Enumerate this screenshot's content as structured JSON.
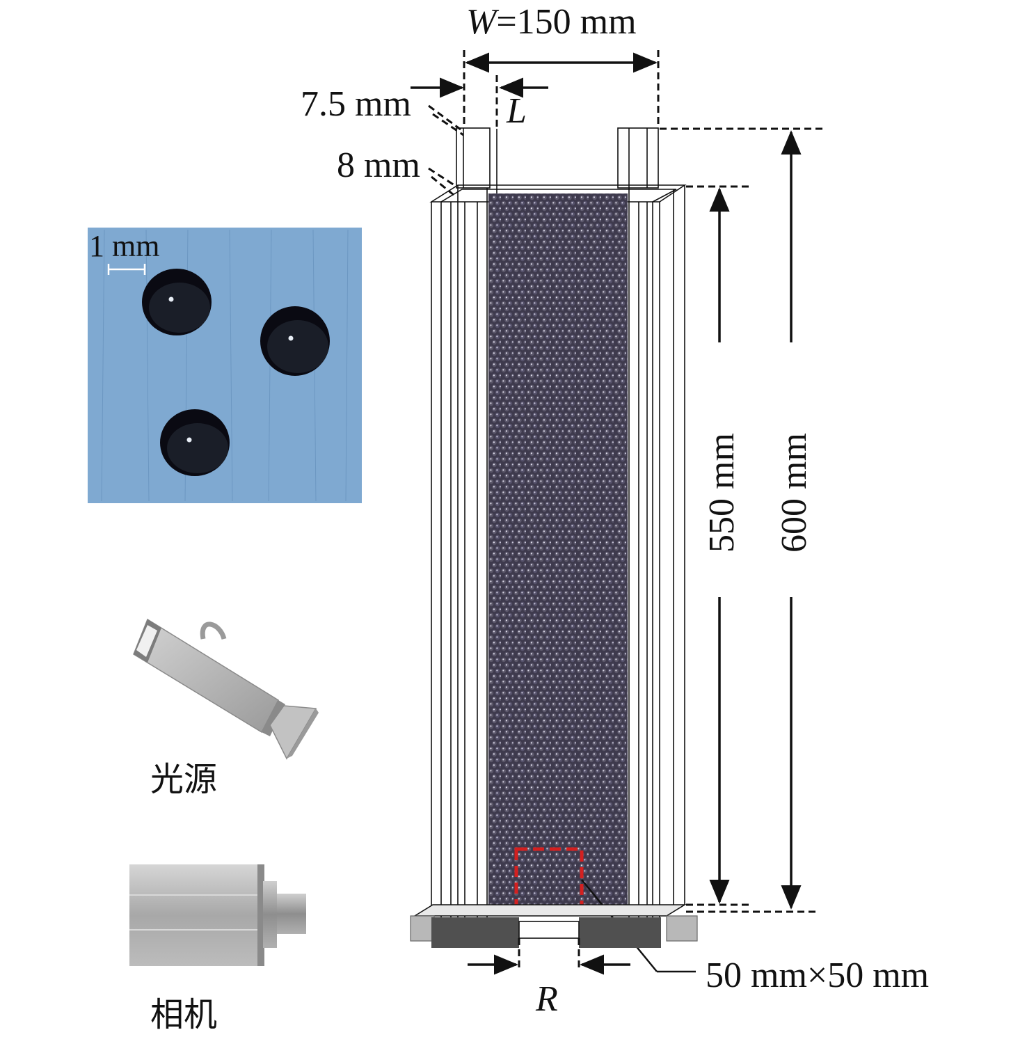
{
  "labels": {
    "width": "W=150 mm",
    "width_var": "W",
    "width_value": "=150 mm",
    "wall_gap": "7.5 mm",
    "wall_thickness": "8 mm",
    "thickness_var": "L",
    "inner_height": "550 mm",
    "outer_height": "600 mm",
    "scale_bar": "1 mm",
    "roi": "50 mm×50 mm",
    "outlet_var": "R",
    "light_source": "光源",
    "camera": "相机"
  },
  "colors": {
    "particle_bed": "#3e3a4d",
    "inset_background": "#7fa9d1",
    "roi_box": "#d42020",
    "camera_body": "#b9b9b9",
    "base_plate": "#505050"
  },
  "icons": {
    "light_source": "spotlight-icon",
    "camera": "camera-icon",
    "particles": "sphere-particle-icon"
  }
}
